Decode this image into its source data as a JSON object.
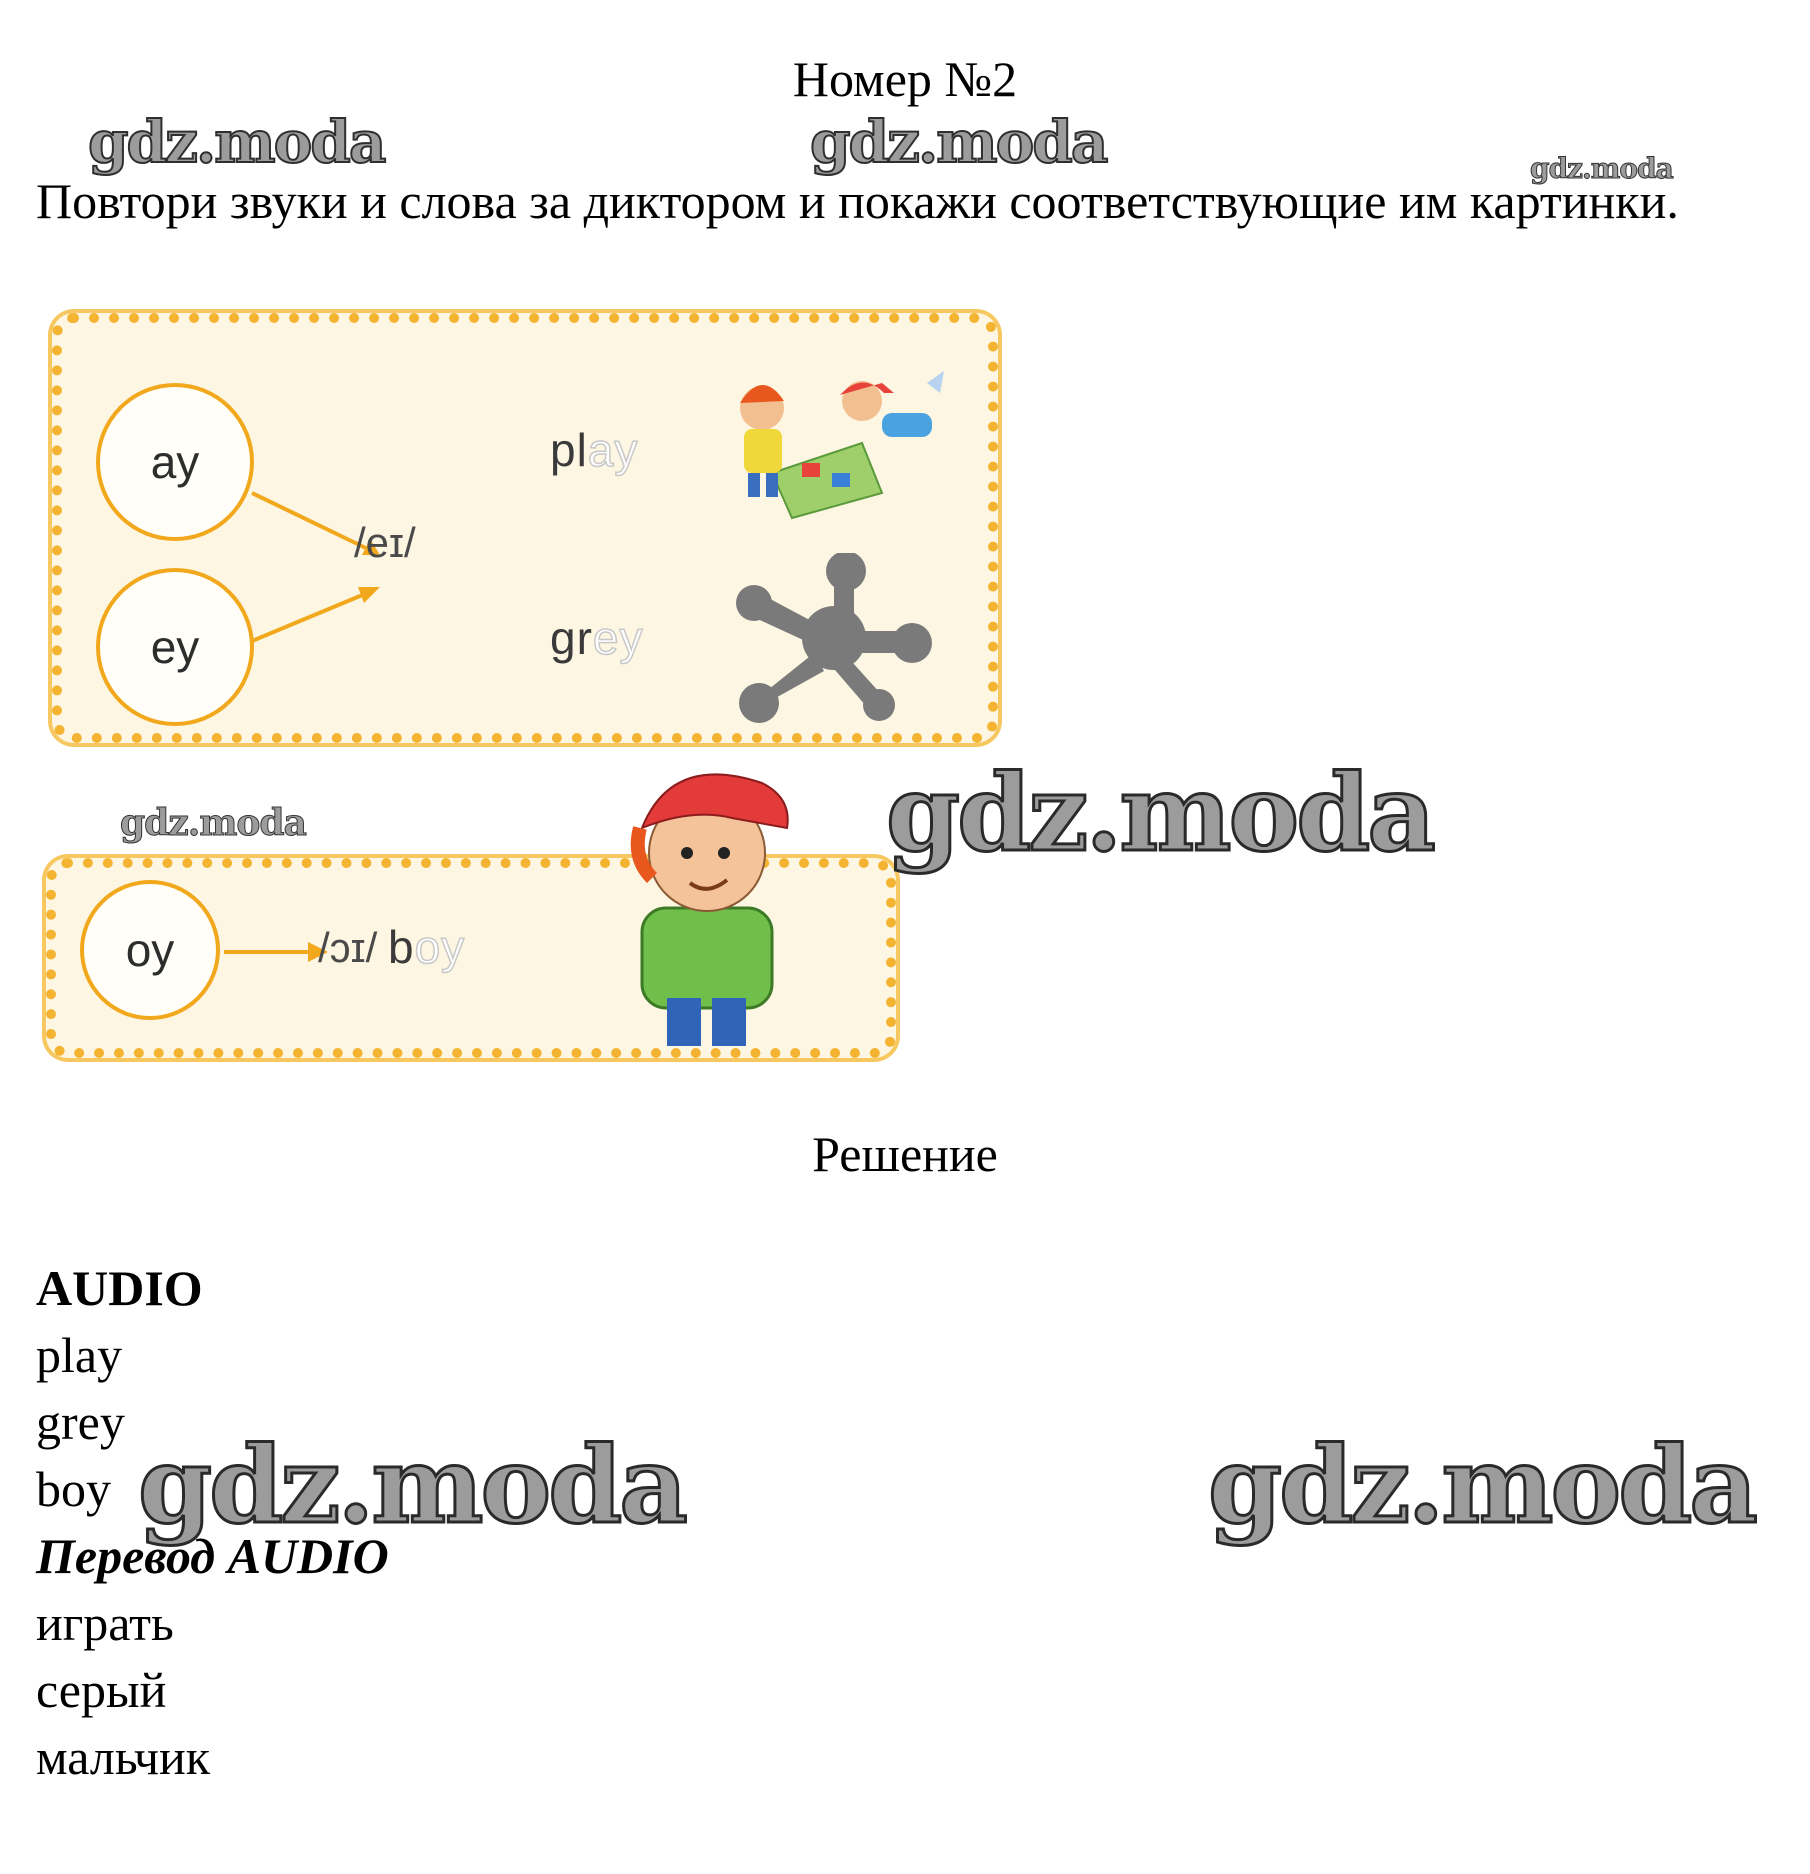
{
  "header": {
    "title": "Номер №2"
  },
  "task": {
    "text": "Повтори звуки и слова за диктором и покажи соответствующие им картинки."
  },
  "watermark": {
    "text": "gdz.moda"
  },
  "exercise": {
    "panel1": {
      "sound1": "ay",
      "sound2": "ey",
      "phoneme": "/eɪ/",
      "word1": {
        "prefix": "pl",
        "highlight": "ay"
      },
      "word2": {
        "prefix": "gr",
        "highlight": "ey"
      }
    },
    "panel2": {
      "sound": "oy",
      "phoneme": "/ɔɪ/",
      "word": {
        "prefix": "b",
        "highlight": "oy"
      }
    }
  },
  "solution": {
    "title": "Решение",
    "audio_label": "AUDIO",
    "audio_words": [
      "play",
      "grey",
      "boy"
    ],
    "translation_label": "Перевод AUDIO",
    "translation_words": [
      "играть",
      "серый",
      "мальчик"
    ]
  },
  "colors": {
    "panel_border": "#f4b331",
    "panel_fill": "#fdf6e3",
    "arrow": "#f2a81c"
  }
}
